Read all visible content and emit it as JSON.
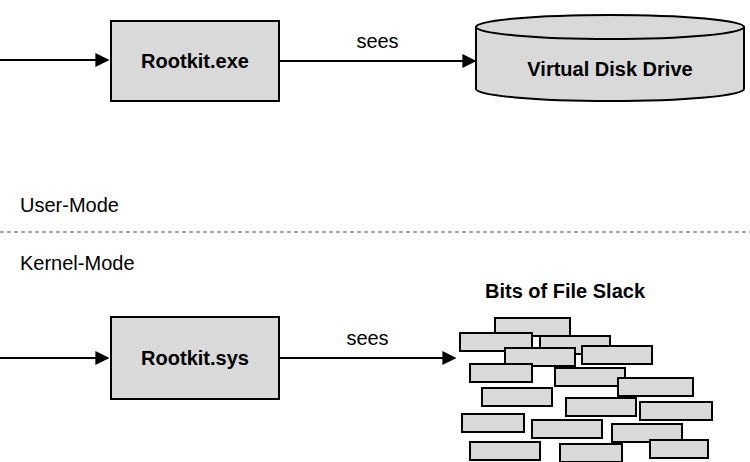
{
  "diagram": {
    "nodes": [
      {
        "text": [
          "Rootkit.exe"
        ]
      },
      {
        "text": [
          "Virtual Disk Drive"
        ]
      },
      {
        "text": [
          "Rootkit.sys"
        ]
      },
      {
        "text": [
          "Bits of File Slack"
        ]
      }
    ],
    "edges": [
      {
        "from": 0,
        "to": 1,
        "label": "sees",
        "arrow": "to"
      },
      {
        "from": 2,
        "to": 3,
        "label": "sees",
        "arrow": "to"
      }
    ],
    "labels": [
      "User-Mode",
      "Kernel-Mode"
    ]
  }
}
